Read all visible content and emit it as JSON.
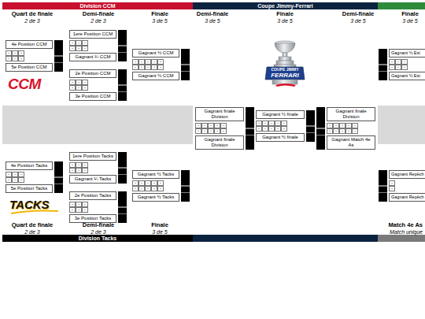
{
  "diagram": {
    "nodes": [
      {
        "text": [
          "Division CCM"
        ]
      },
      {
        "text": [
          "Coupe Jimmy-Ferrari"
        ]
      },
      {
        "text": [
          "4e Position CCM"
        ]
      },
      {
        "text": [
          "5e Position CCM"
        ]
      },
      {
        "text": [
          "1ere Position CCM"
        ]
      },
      {
        "text": [
          "Gagnant ¼ CCM"
        ]
      },
      {
        "text": [
          "2e Position CCM"
        ]
      },
      {
        "text": [
          "3e Position CCM"
        ]
      },
      {
        "text": [
          "Gagnant ½ CCM"
        ]
      },
      {
        "text": [
          "Gagnant ½ CCM"
        ]
      },
      {
        "text": [
          "Gagnant finale Division"
        ]
      },
      {
        "text": [
          "Gagnant finale Division"
        ]
      },
      {
        "text": [
          "Gagnant ½ finale"
        ]
      },
      {
        "text": [
          "Gagnant ½ finale"
        ]
      },
      {
        "text": [
          "Gagnant finale Division"
        ]
      },
      {
        "text": [
          "Gagnant Match 4e As"
        ]
      },
      {
        "text": [
          "Gagnant ½ Est"
        ]
      },
      {
        "text": [
          "Gagnant ½ Est"
        ]
      },
      {
        "text": [
          "4e Position Tacks"
        ]
      },
      {
        "text": [
          "5e Position Tacks"
        ]
      },
      {
        "text": [
          "1ere Position Tacks"
        ]
      },
      {
        "text": [
          "Gagnant ¼ Tacks"
        ]
      },
      {
        "text": [
          "2e Position Tacks"
        ]
      },
      {
        "text": [
          "3e Position Tacks"
        ]
      },
      {
        "text": [
          "Gagnant ½ Tacks"
        ]
      },
      {
        "text": [
          "Gagnant ½ Tacks"
        ]
      },
      {
        "text": [
          "Gagnant Repêch"
        ]
      },
      {
        "text": [
          "Gagnant Repêch"
        ]
      },
      {
        "text": [
          "Division Tacks"
        ]
      }
    ],
    "labels": [
      "Quart de finale",
      "2 de 3",
      "Demi-finale",
      "2 de 3",
      "Finale",
      "3 de 5",
      "Demi-finale",
      "3 de 5",
      "Finale",
      "3 de 5",
      "Demi-finale",
      "3 de 5",
      "Finale",
      "3 de 5",
      "CCM",
      "COUPE JIMMY",
      "FERRARI",
      "TACKS",
      "Quart de finale",
      "2 de 3",
      "Demi-finale",
      "2 de 3",
      "Finale",
      "3 de 5",
      "Match 4e As",
      "Match unique",
      "-",
      "-",
      "-",
      "-",
      "-",
      "-",
      "-",
      "-",
      "-",
      "-",
      "-",
      "-",
      "-",
      "-",
      "-",
      "-",
      "-",
      "-",
      "-",
      "-",
      "-",
      "-",
      "-",
      "-",
      "-",
      "-",
      "-",
      "-",
      "-",
      "-",
      "-",
      "-",
      "-",
      "-",
      "-",
      "-",
      "-",
      "-",
      "-",
      "-",
      "-",
      "-",
      "-",
      "-",
      "-",
      "-",
      "-",
      "-",
      "-",
      "-",
      "-",
      "-",
      "-",
      "-",
      "-",
      "-",
      "-",
      "-",
      "-",
      "-",
      "-",
      "-",
      "-",
      "-",
      "-",
      "-",
      "-",
      "-",
      "-",
      "-",
      "-",
      "-",
      "-",
      "-",
      "-",
      "-",
      "-",
      "-",
      "-",
      "-",
      "-",
      "-",
      "-",
      "-",
      "-",
      "-",
      "-",
      "-",
      "-",
      "-",
      "-",
      "-",
      "-",
      "-"
    ]
  }
}
